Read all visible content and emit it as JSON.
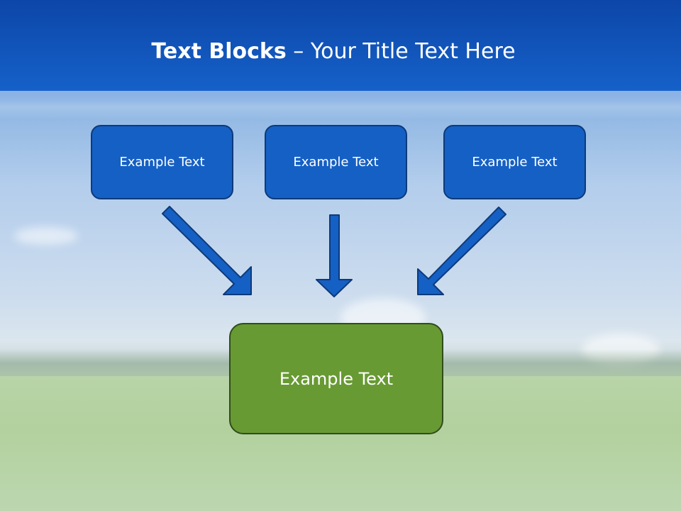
{
  "slide": {
    "title_bold": "Text Blocks",
    "title_dash": " – ",
    "title_rest": "Your Title Text Here"
  },
  "diagram": {
    "top_boxes": [
      {
        "label": "Example Text"
      },
      {
        "label": "Example Text"
      },
      {
        "label": "Example Text"
      }
    ],
    "target_box": {
      "label": "Example Text"
    }
  },
  "colors": {
    "top_box_fill": "#1560c4",
    "top_box_border": "#0d3a7a",
    "target_box_fill": "#689a33",
    "target_box_border": "#2f4d1a",
    "arrow_fill": "#1560c4",
    "title_text": "#ffffff"
  },
  "icons": {
    "arrows": [
      "arrow-down-right-icon",
      "arrow-down-icon",
      "arrow-down-left-icon"
    ]
  }
}
